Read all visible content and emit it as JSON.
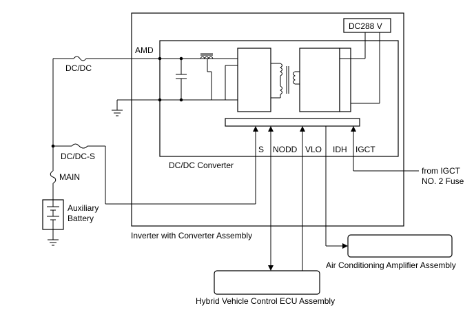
{
  "labels": {
    "dc288": "DC288 V",
    "amd": "AMD",
    "fuse_dcdc": "DC/DC",
    "fuse_dcdc_s": "DC/DC-S",
    "fuse_main": "MAIN",
    "auxiliary_battery_line1": "Auxiliary",
    "auxiliary_battery_line2": "Battery",
    "dcdc_converter": "DC/DC Converter",
    "inverter_assembly": "Inverter with Converter Assembly",
    "from_igct_line1": "from IGCT",
    "from_igct_line2": "NO. 2 Fuse",
    "ac_amplifier": "Air Conditioning Amplifier Assembly",
    "hv_ecu": "Hybrid Vehicle Control ECU Assembly"
  },
  "terminals": {
    "s": "S",
    "nodd": "NODD",
    "vlo": "VLO",
    "idh": "IDH",
    "igct": "IGCT"
  }
}
